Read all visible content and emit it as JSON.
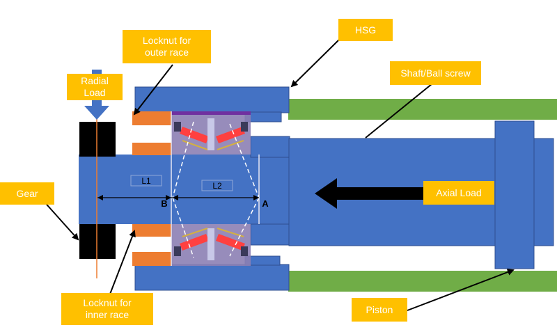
{
  "labels": {
    "hsg": "HSG",
    "locknut_outer": [
      "Locknut for",
      "outer race"
    ],
    "radial_load": [
      "Radial",
      "Load"
    ],
    "shaft_ball_screw": "Shaft/Ball screw",
    "gear": "Gear",
    "axial_load": "Axial Load",
    "locknut_inner": [
      "Locknut for",
      "inner race"
    ],
    "piston": "Piston"
  },
  "dimensions": {
    "l1": "L1",
    "l2": "L2",
    "point_b": "B",
    "point_a": "A"
  },
  "colors": {
    "steel_blue": "#4472c4",
    "green": "#70ad47",
    "orange": "#ed7d31",
    "callout": "#ffc000",
    "gear": "#000000",
    "load_line": "#ed7d31",
    "bearing": "#8c7fb4"
  }
}
